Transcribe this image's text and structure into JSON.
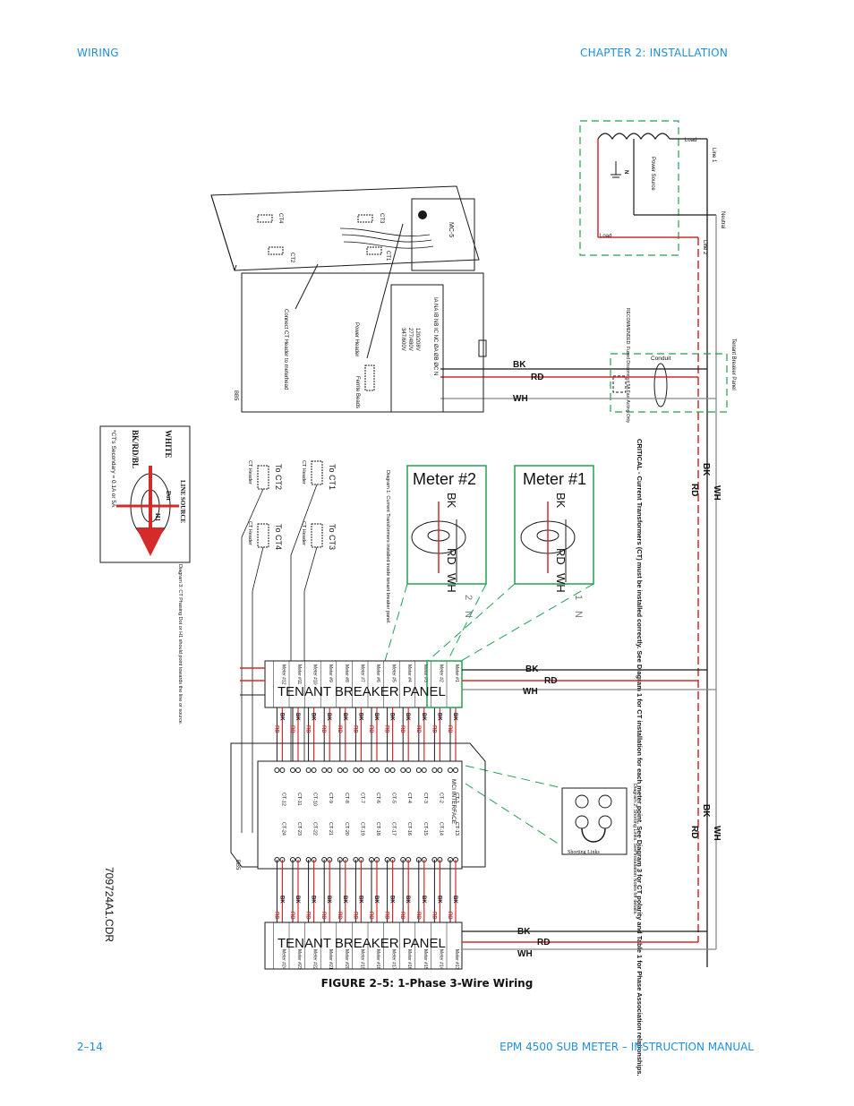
{
  "header": {
    "section": "WIRING",
    "chapter": "CHAPTER 2: INSTALLATION"
  },
  "footer": {
    "page_number": "2–14",
    "manual_title": "EPM 4500 SUB METER – INSTRUCTION MANUAL"
  },
  "figure": {
    "caption": "FIGURE 2–5: 1-Phase 3-Wire Wiring",
    "drawing_id": "709724A1.CDR",
    "supply": {
      "load_top": "Load",
      "load_bottom": "Load",
      "power_source": "Power Source",
      "neutral_symbol": "N",
      "line1": "Line 1",
      "line2": "Line 2",
      "neutral": "Neutral",
      "tenant_panel": "Tenant Breaker Panel",
      "conduit": "Conduit",
      "recommended": "RECOMMENDED: Fused Disconnect 5A Fast Acting Only"
    },
    "wire_colors": {
      "bk": "BK",
      "rd": "RD",
      "wh": "WH",
      "red": "#d42a2a",
      "black": "#1a1a1a",
      "green_dash": "#22a052"
    },
    "meter": {
      "terminals": "IA NA IB NB IC NC ØA ØB ØC N",
      "voltages": [
        "120/208V",
        "277/480V",
        "347/600V"
      ],
      "power_header": "Power Header",
      "ferrite": "Ferrite Beads",
      "connect_ct": "Connect CT Header to meterhead",
      "board": "MC-5",
      "ct_labels": [
        "CT1",
        "CT2",
        "CT3",
        "CT4"
      ],
      "model": "BB5"
    },
    "ct_headers": {
      "to_ct1": "To CT1",
      "to_ct2": "To CT2",
      "to_ct3": "To CT3",
      "to_ct4": "To CT4",
      "header_label": "CT Header"
    },
    "critical_note": "CRITICAL - Current Transformers (CT) must be installed correctly. See Diagram 1 for CT installation for each meter point. See Diagram 3 for CT polarity and Table 1 for Phase Association relationships.",
    "meters": [
      {
        "label": "Meter #1",
        "bk": "BK",
        "rd": "RD",
        "wh": "WH",
        "num": "1",
        "n": "N"
      },
      {
        "label": "Meter #2",
        "bk": "BK",
        "rd": "RD",
        "wh": "WH",
        "num": "2",
        "n": "N"
      }
    ],
    "diagram1": "Diagram 1: Current Transformers installed inside tenant breaker panel.",
    "diagram2": "Diagram 2: Shorting Links. See Installation Notes for details.",
    "shorting_links": "Shorting Links",
    "diagram3": {
      "title": "LINE SOURCE",
      "white": "WHITE",
      "bkrdbl": "BK/RD/BL",
      "dot": "Dot",
      "h1": "H1",
      "secondary": "*CT's Secondary = 0.1A or 5A",
      "note": "Diagram 3: CT Phasing Dot or H1 should point towards the line or source."
    },
    "tenant_panel_upper": "TENANT BREAKER PANEL",
    "tenant_panel_lower": "TENANT BREAKER PANEL",
    "mc_interface": "MCI INTERFACE",
    "upper_meters": [
      "Meter #1",
      "Meter #2",
      "Meter #3",
      "Meter #4",
      "Meter #5",
      "Meter #6",
      "Meter #7",
      "Meter #8",
      "Meter #9",
      "Meter #10",
      "Meter #11",
      "Meter #12"
    ],
    "lower_meters": [
      "Meter #13",
      "Meter #14",
      "Meter #15",
      "Meter #16",
      "Meter #17",
      "Meter #18",
      "Meter #19",
      "Meter #20",
      "Meter #21",
      "Meter #22",
      "Meter #23",
      "Meter #24"
    ],
    "ct_upper": [
      "CT-1",
      "CT-2",
      "CT-3",
      "CT-4",
      "CT-5",
      "CT-6",
      "CT-7",
      "CT-8",
      "CT-9",
      "CT-10",
      "CT-11",
      "CT-12"
    ],
    "ct_lower": [
      "CT-13",
      "CT-14",
      "CT-15",
      "CT-16",
      "CT-17",
      "CT-18",
      "CT-19",
      "CT-20",
      "CT-21",
      "CT-22",
      "CT-23",
      "CT-24"
    ]
  }
}
